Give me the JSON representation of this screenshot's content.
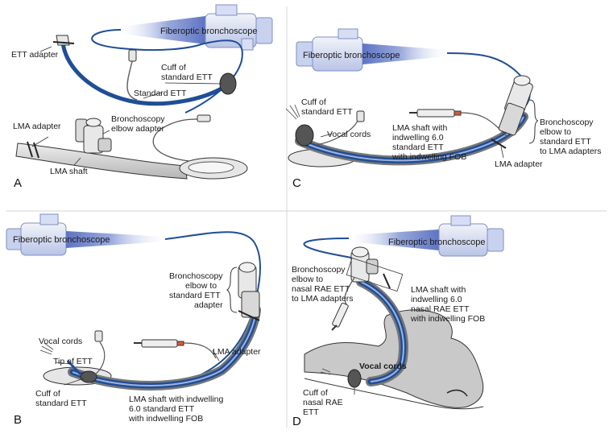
{
  "panels": {
    "A": {
      "letter": "A",
      "scope": "Fiberoptic bronchoscope",
      "ett_adapter": "ETT adapter",
      "cuff_line1": "Cuff of",
      "cuff_line2": "standard ETT",
      "standard_ett": "Standard ETT",
      "lma_adapter": "LMA adapter",
      "elbow_line1": "Bronchoscopy",
      "elbow_line2": "elbow adapter",
      "lma_shaft": "LMA shaft"
    },
    "B": {
      "letter": "B",
      "scope": "Fiberoptic bronchoscope",
      "elbow_line1": "Bronchoscopy",
      "elbow_line2": "elbow to",
      "elbow_line3": "standard ETT",
      "elbow_line4": "adapter",
      "vocal_cords": "Vocal cords",
      "tip": "Tip of ETT",
      "lma_adapter": "LMA adapter",
      "cuff_line1": "Cuff of",
      "cuff_line2": "standard ETT",
      "shaft_line1": "LMA shaft with indwelling",
      "shaft_line2": "6.0 standard ETT",
      "shaft_line3": "with indwelling FOB"
    },
    "C": {
      "letter": "C",
      "scope": "Fiberoptic bronchoscope",
      "cuff_line1": "Cuff of",
      "cuff_line2": "standard ETT",
      "vocal_cords": "Vocal cords",
      "shaft_line1": "LMA shaft with",
      "shaft_line2": "indwelling 6.0",
      "shaft_line3": "standard ETT",
      "shaft_line4": "with indwelling FOB",
      "elbow_line1": "Bronchoscopy",
      "elbow_line2": "elbow to",
      "elbow_line3": "standard ETT",
      "elbow_line4": "to LMA adapters",
      "lma_adapter": "LMA adapter"
    },
    "D": {
      "letter": "D",
      "scope": "Fiberoptic bronchoscope",
      "elbow_line1": "Bronchoscopy",
      "elbow_line2": "elbow to",
      "elbow_line3": "nasal RAE ETT",
      "elbow_line4": "to LMA adapters",
      "shaft_line1": "LMA shaft with",
      "shaft_line2": "indwelling 6.0",
      "shaft_line3": "nasal RAE ETT",
      "shaft_line4": "with indwelling FOB",
      "vocal_cords": "Vocal cords",
      "cuff_line1": "Cuff of",
      "cuff_line2": "nasal RAE",
      "cuff_line3": "ETT"
    }
  },
  "colors": {
    "tube_blue": "#1f4e96",
    "scope_blue": "#8c9fd4",
    "gray_fill": "#cfcfcf",
    "outline": "#333333"
  }
}
